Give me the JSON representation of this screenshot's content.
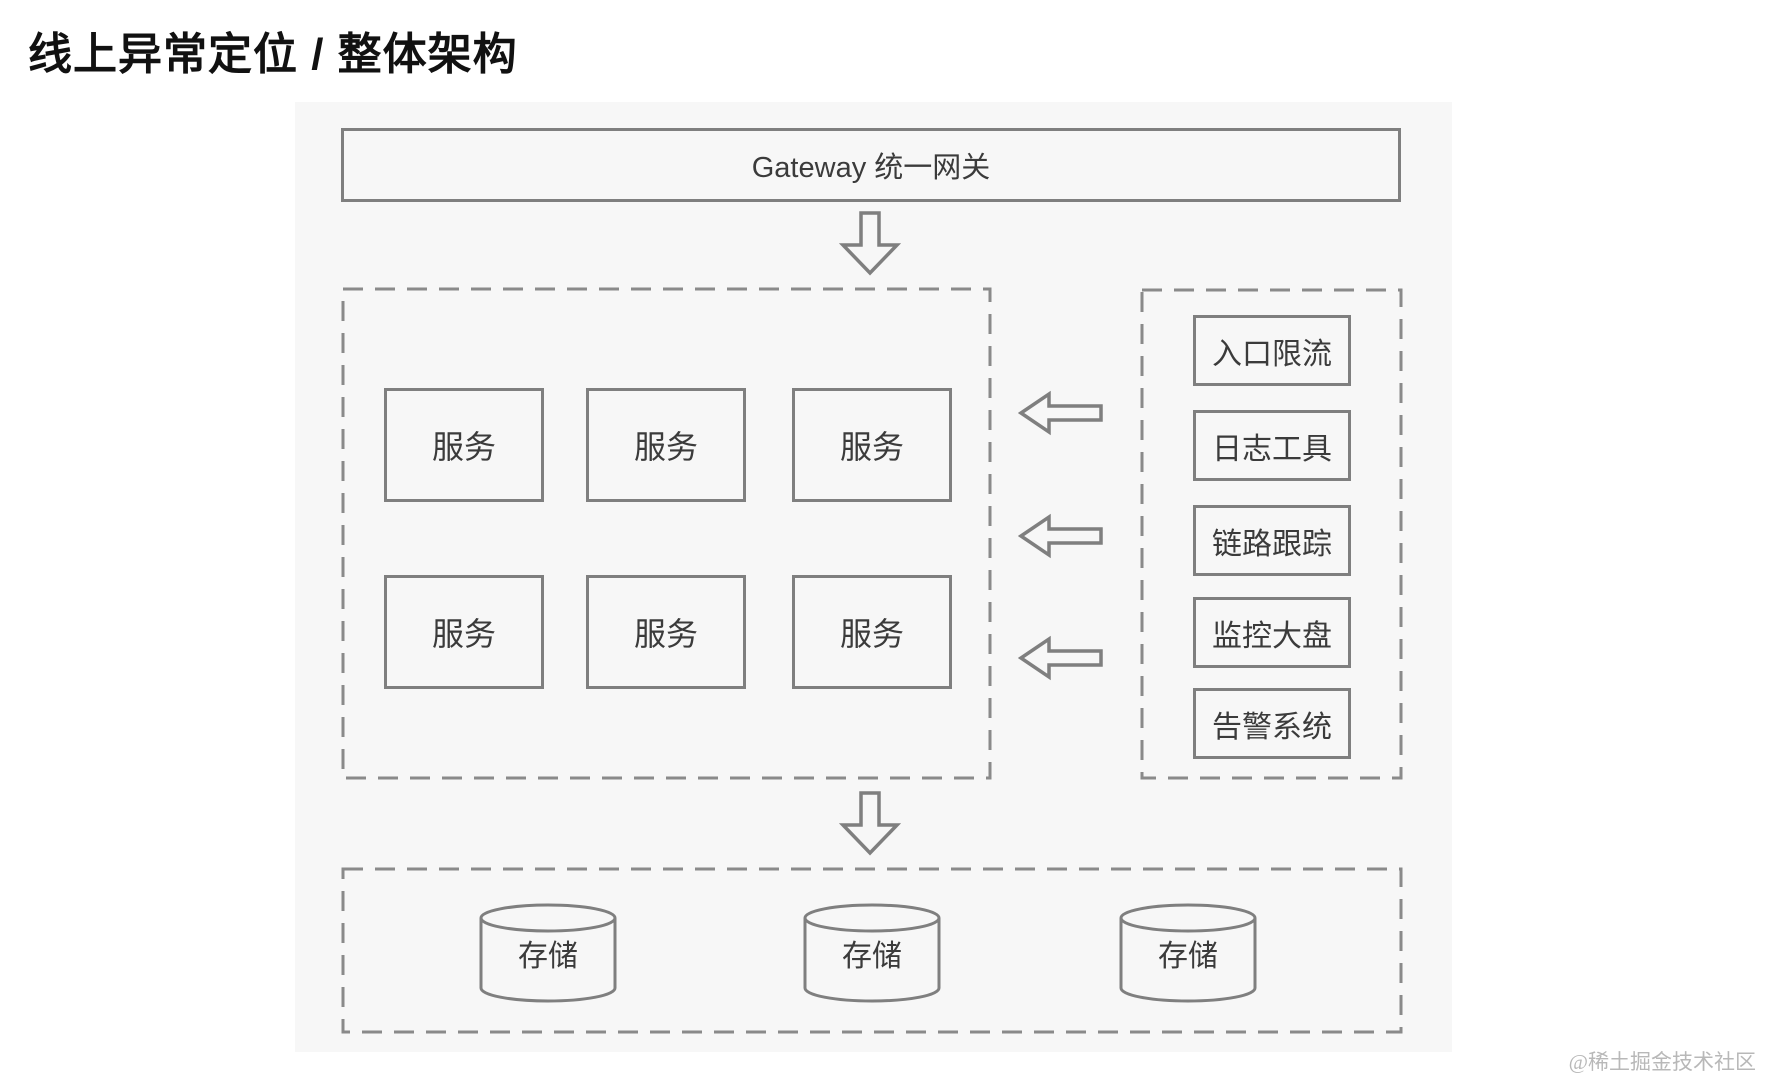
{
  "title": "线上异常定位 / 整体架构",
  "gateway": {
    "label": "Gateway 统一网关"
  },
  "services": {
    "items": [
      {
        "label": "服务"
      },
      {
        "label": "服务"
      },
      {
        "label": "服务"
      },
      {
        "label": "服务"
      },
      {
        "label": "服务"
      },
      {
        "label": "服务"
      }
    ]
  },
  "tools": {
    "items": [
      {
        "label": "入口限流"
      },
      {
        "label": "日志工具"
      },
      {
        "label": "链路跟踪"
      },
      {
        "label": "监控大盘"
      },
      {
        "label": "告警系统"
      }
    ]
  },
  "storage": {
    "items": [
      {
        "label": "存储"
      },
      {
        "label": "存储"
      },
      {
        "label": "存储"
      }
    ]
  },
  "watermark": "@稀土掘金技术社区",
  "icons": {
    "down_arrow": "hollow-down-block-arrow",
    "left_arrow": "hollow-left-block-arrow",
    "cylinder": "database-cylinder"
  },
  "colors": {
    "panel_bg": "#f7f7f7",
    "line": "#7f7f7f",
    "dash": "#8a8a8a",
    "text": "#3b3b3b",
    "title": "#111111",
    "watermark": "#b8b8b8"
  }
}
